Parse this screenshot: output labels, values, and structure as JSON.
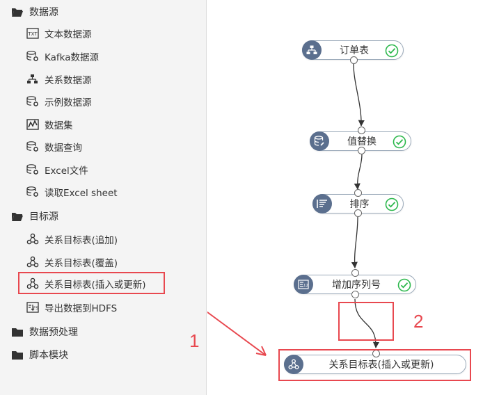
{
  "sidebar": {
    "groups": [
      {
        "label": "数据源",
        "items": [
          {
            "label": "文本数据源",
            "icon": "text-file-icon"
          },
          {
            "label": "Kafka数据源",
            "icon": "database-gear-icon"
          },
          {
            "label": "关系数据源",
            "icon": "hierarchy-icon"
          },
          {
            "label": "示例数据源",
            "icon": "database-gear-icon"
          },
          {
            "label": "数据集",
            "icon": "dataset-icon"
          },
          {
            "label": "数据查询",
            "icon": "database-gear-icon"
          },
          {
            "label": "Excel文件",
            "icon": "database-gear-icon"
          },
          {
            "label": "读取Excel sheet",
            "icon": "database-gear-icon"
          }
        ]
      },
      {
        "label": "目标源",
        "items": [
          {
            "label": "关系目标表(追加)",
            "icon": "share-nodes-icon"
          },
          {
            "label": "关系目标表(覆盖)",
            "icon": "share-nodes-icon"
          },
          {
            "label": "关系目标表(插入或更新)",
            "icon": "share-nodes-icon",
            "highlighted": true
          },
          {
            "label": "导出数据到HDFS",
            "icon": "hdfs-export-icon"
          }
        ]
      },
      {
        "label": "数据预处理",
        "items": []
      },
      {
        "label": "脚本模块",
        "items": []
      }
    ]
  },
  "flow": {
    "nodes": [
      {
        "label": "订单表",
        "icon": "hierarchy-icon",
        "status": "success"
      },
      {
        "label": "值替换",
        "icon": "database-edit-icon",
        "status": "success"
      },
      {
        "label": "排序",
        "icon": "sort-icon",
        "status": "success"
      },
      {
        "label": "增加序列号",
        "icon": "serial-number-icon",
        "status": "success"
      },
      {
        "label": "关系目标表(插入或更新)",
        "icon": "share-nodes-icon",
        "status": "none"
      }
    ]
  },
  "annotations": {
    "one": "1",
    "two": "2"
  },
  "colors": {
    "accent_red": "#e8484f",
    "node_icon_bg": "#5b6f8e",
    "check_green": "#2db84d",
    "sidebar_bg": "#f4f4f4",
    "folder": "#333333"
  }
}
